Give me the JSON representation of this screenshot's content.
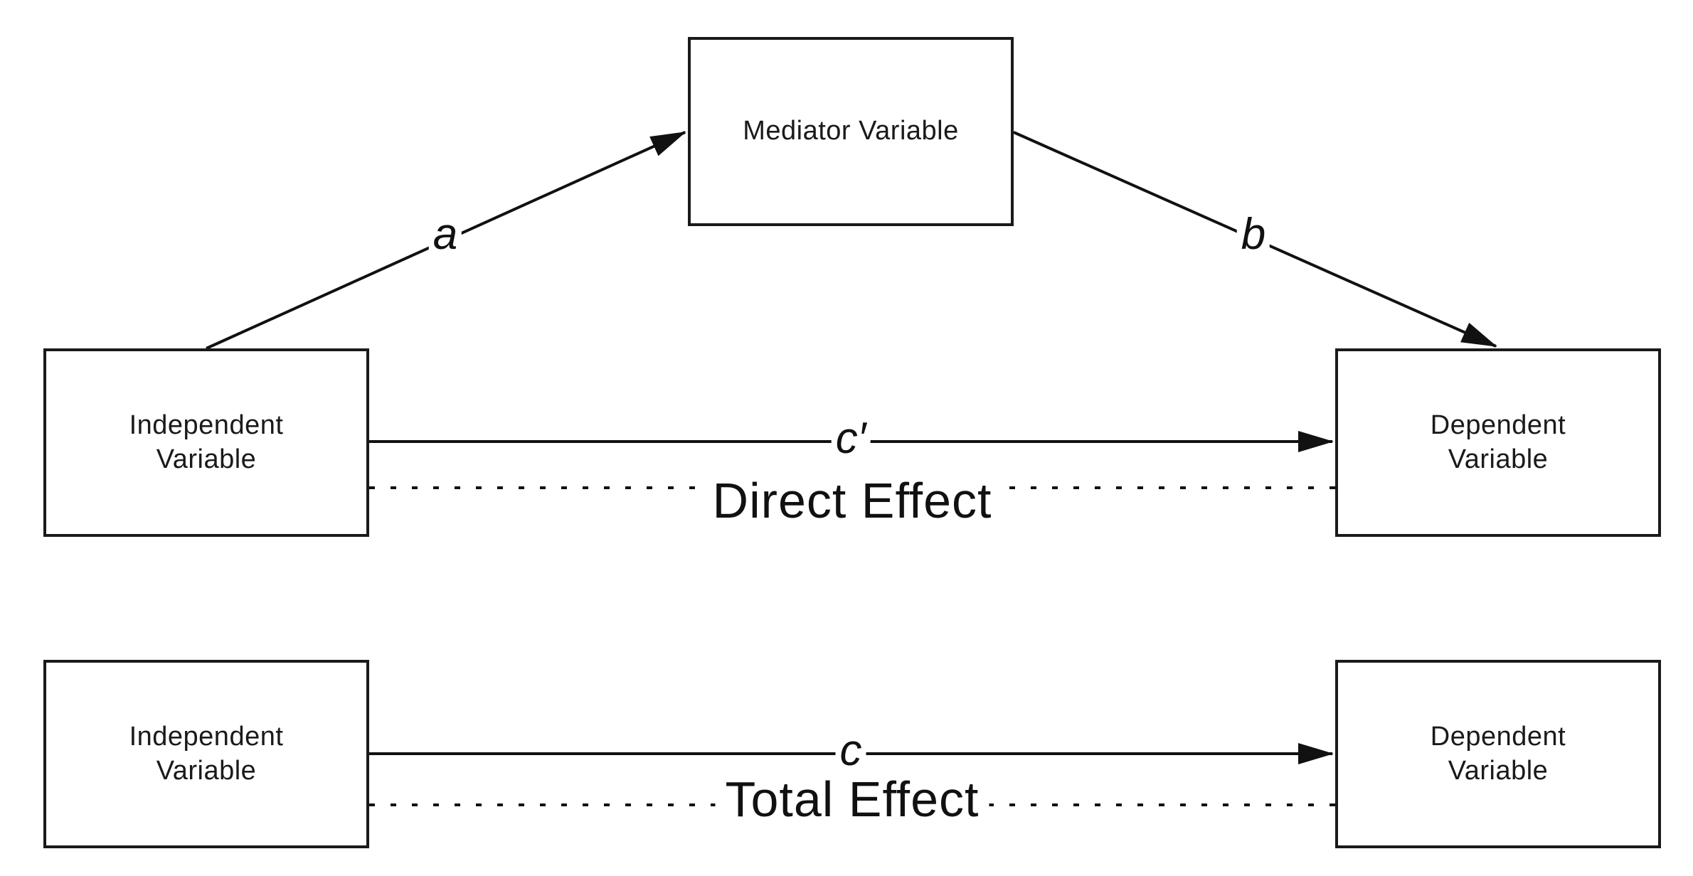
{
  "nodes": {
    "mediator": "Mediator Variable",
    "independent_top": "Independent Variable",
    "dependent_top": "Dependent Variable",
    "independent_bottom": "Independent Variable",
    "dependent_bottom": "Dependent Variable"
  },
  "paths": {
    "a": "a",
    "b": "b",
    "c_prime": "c′",
    "c": "c"
  },
  "effects": {
    "direct": "Direct Effect",
    "total": "Total Effect"
  }
}
